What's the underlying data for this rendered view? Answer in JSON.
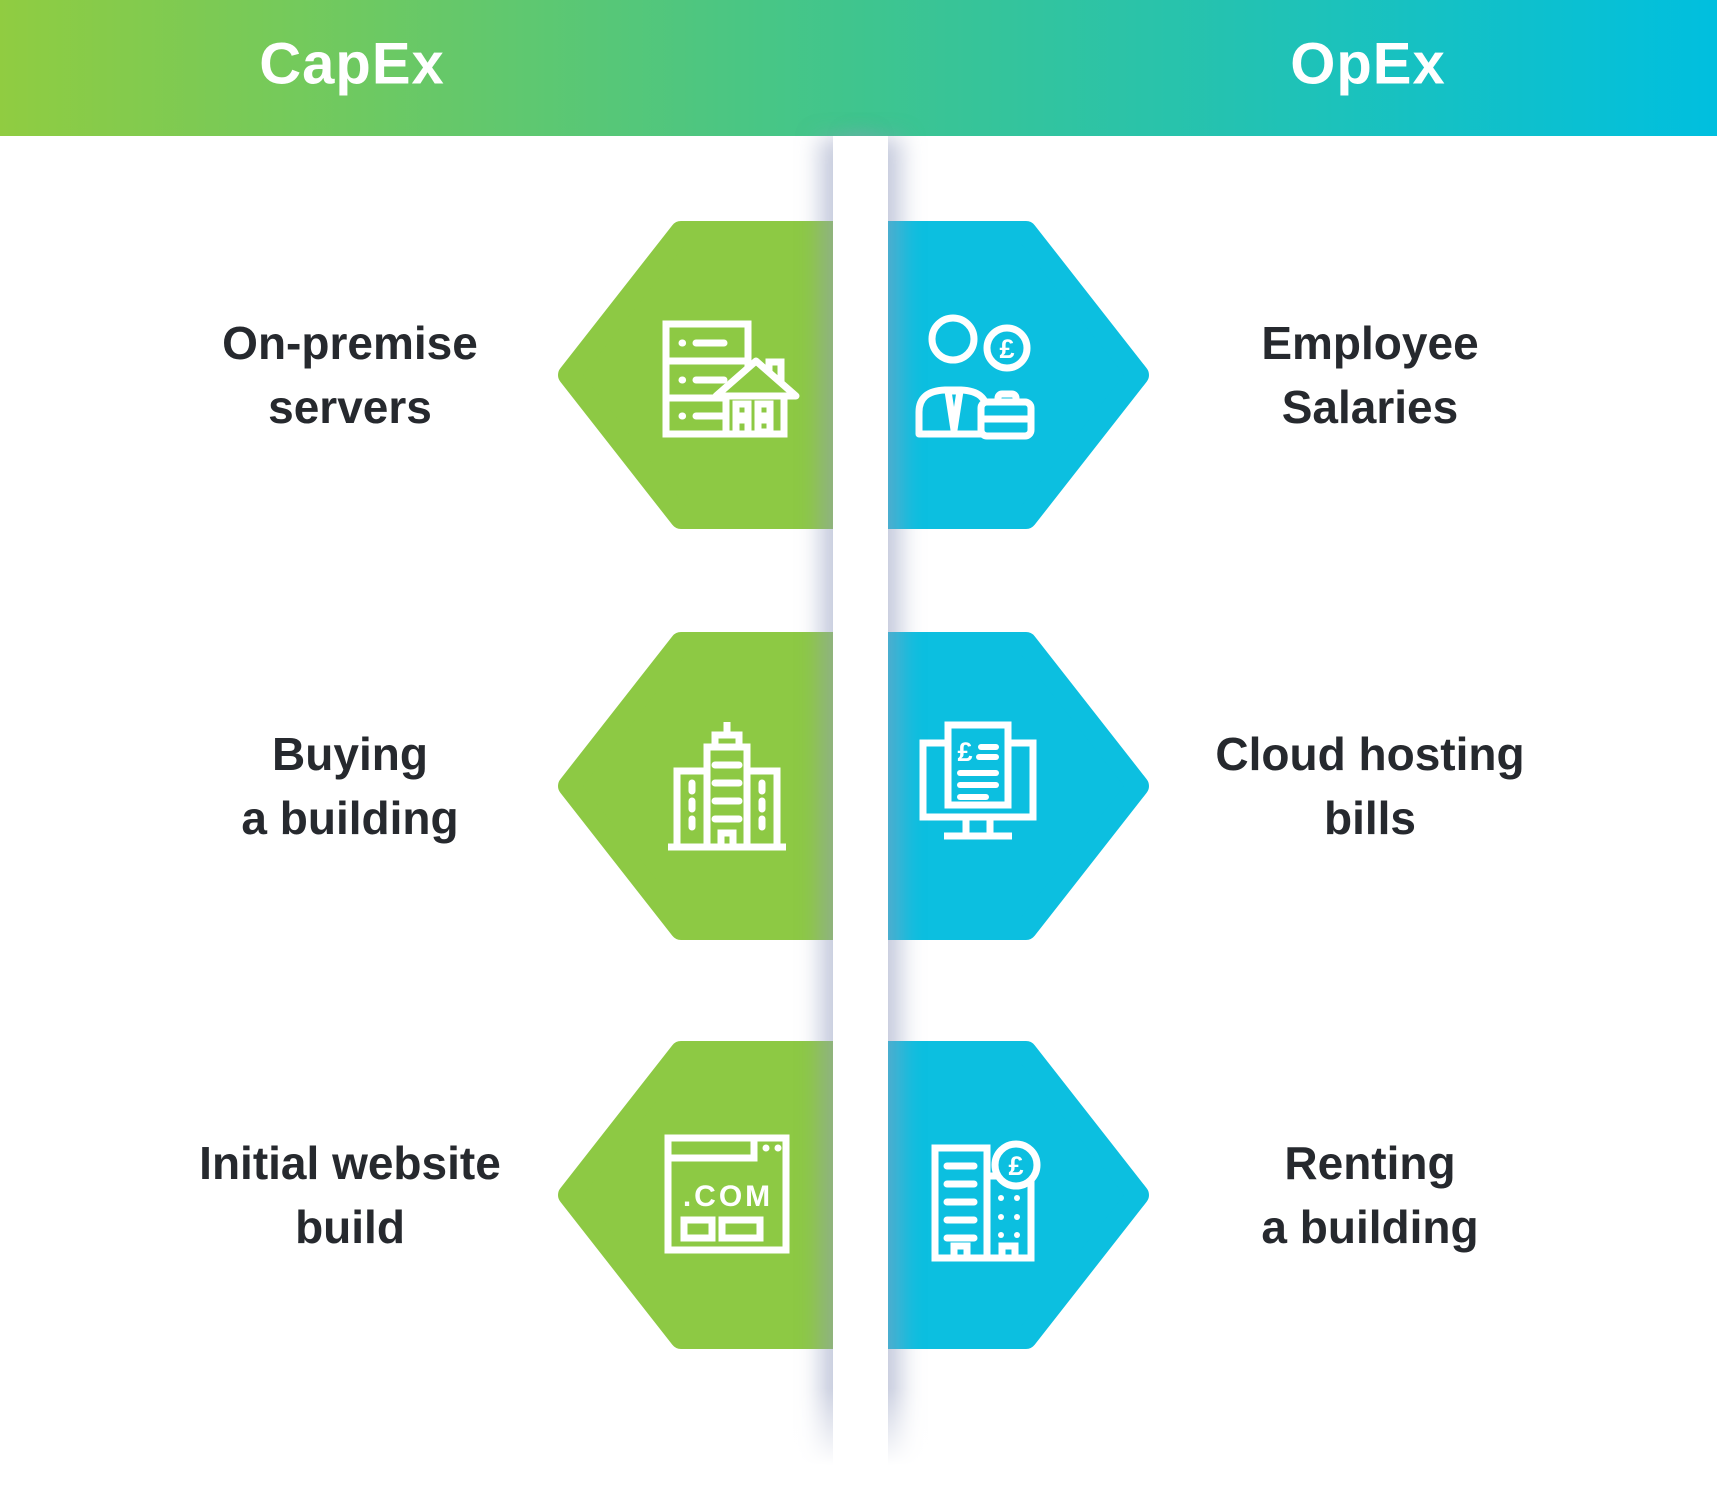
{
  "title_bar": {
    "capex_label": "CapEx",
    "opex_label": "OpEx"
  },
  "colors": {
    "capex_green": "#8dc944",
    "opex_blue": "#0cbfe0",
    "header_gradient_left": "#90cc41",
    "header_gradient_mid": "#3fc58e",
    "header_gradient_right": "#00bfdf",
    "label_text": "#26292e"
  },
  "rows": [
    {
      "left": {
        "lines": [
          "On-premise",
          "servers"
        ],
        "icon": "on-premise-servers-icon"
      },
      "right": {
        "lines": [
          "Employee",
          "Salaries"
        ],
        "icon": "employee-salaries-icon"
      }
    },
    {
      "left": {
        "lines": [
          "Buying",
          "a building"
        ],
        "icon": "buying-building-icon"
      },
      "right": {
        "lines": [
          "Cloud hosting",
          "bills"
        ],
        "icon": "cloud-hosting-bills-icon"
      }
    },
    {
      "left": {
        "lines": [
          "Initial website",
          "build"
        ],
        "icon": "initial-website-build-icon"
      },
      "right": {
        "lines": [
          "Renting",
          "a building"
        ],
        "icon": "renting-building-icon"
      }
    }
  ],
  "icon_labels": {
    "com": ".COM",
    "pound": "£"
  }
}
